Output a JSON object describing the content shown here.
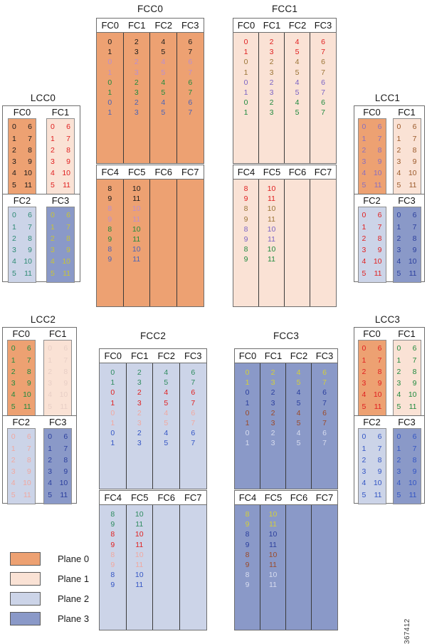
{
  "figure": {
    "id": "367412"
  },
  "palette": {
    "plane0_bg": "#eda172",
    "plane1_bg": "#fae2d5",
    "plane2_bg": "#ccd4e8",
    "plane3_bg": "#8a99c8",
    "panel_border": "#6e6e6e",
    "cell_border": "#8d8d8d",
    "text_black": "#1a1a1a",
    "text_red": "#e02020",
    "text_green": "#1f8a3d",
    "text_blue": "#3355c4",
    "text_purple": "#8a6fbe",
    "text_olive": "#c9c436",
    "text_brown": "#9b5a2a",
    "text_pink": "#f0a8a0",
    "text_pale": "#e8cfc6",
    "text_ltblue": "#d7dcef",
    "text_teal": "#2e8b74",
    "text_darkblue": "#2b3f9e"
  },
  "legend": {
    "items": [
      {
        "label": "Plane 0",
        "color": "#eda172"
      },
      {
        "label": "Plane 1",
        "color": "#fae2d5"
      },
      {
        "label": "Plane 2",
        "color": "#ccd4e8"
      },
      {
        "label": "Plane 3",
        "color": "#8a99c8"
      }
    ]
  },
  "lcc_blocks": [
    {
      "title": "LCC0",
      "quadrants": [
        {
          "header": "FC0",
          "bg": "#eda172",
          "text": "#1a1a1a",
          "rows": [
            [
              "0",
              "6"
            ],
            [
              "1",
              "7"
            ],
            [
              "2",
              "8"
            ],
            [
              "3",
              "9"
            ],
            [
              "4",
              "10"
            ],
            [
              "5",
              "11"
            ]
          ]
        },
        {
          "header": "FC1",
          "bg": "#fae2d5",
          "text": "#e02020",
          "rows": [
            [
              "0",
              "6"
            ],
            [
              "1",
              "7"
            ],
            [
              "2",
              "8"
            ],
            [
              "3",
              "9"
            ],
            [
              "4",
              "10"
            ],
            [
              "5",
              "11"
            ]
          ]
        },
        {
          "header": "FC2",
          "bg": "#ccd4e8",
          "text": "#2e8b74",
          "rows": [
            [
              "0",
              "6"
            ],
            [
              "1",
              "7"
            ],
            [
              "2",
              "8"
            ],
            [
              "3",
              "9"
            ],
            [
              "4",
              "10"
            ],
            [
              "5",
              "11"
            ]
          ]
        },
        {
          "header": "FC3",
          "bg": "#8a99c8",
          "text": "#c9c436",
          "rows": [
            [
              "0",
              "6"
            ],
            [
              "1",
              "7"
            ],
            [
              "2",
              "8"
            ],
            [
              "3",
              "9"
            ],
            [
              "4",
              "10"
            ],
            [
              "5",
              "11"
            ]
          ]
        }
      ]
    },
    {
      "title": "LCC1",
      "quadrants": [
        {
          "header": "FC0",
          "bg": "#eda172",
          "text": "#8a6fbe",
          "rows": [
            [
              "0",
              "6"
            ],
            [
              "1",
              "7"
            ],
            [
              "2",
              "8"
            ],
            [
              "3",
              "9"
            ],
            [
              "4",
              "10"
            ],
            [
              "5",
              "11"
            ]
          ]
        },
        {
          "header": "FC1",
          "bg": "#fae2d5",
          "text": "#9b5a2a",
          "rows": [
            [
              "0",
              "6"
            ],
            [
              "1",
              "7"
            ],
            [
              "2",
              "8"
            ],
            [
              "3",
              "9"
            ],
            [
              "4",
              "10"
            ],
            [
              "5",
              "11"
            ]
          ]
        },
        {
          "header": "FC2",
          "bg": "#ccd4e8",
          "text": "#e02020",
          "rows": [
            [
              "0",
              "6"
            ],
            [
              "1",
              "7"
            ],
            [
              "2",
              "8"
            ],
            [
              "3",
              "9"
            ],
            [
              "4",
              "10"
            ],
            [
              "5",
              "11"
            ]
          ]
        },
        {
          "header": "FC3",
          "bg": "#8a99c8",
          "text": "#2b3f9e",
          "rows": [
            [
              "0",
              "6"
            ],
            [
              "1",
              "7"
            ],
            [
              "2",
              "8"
            ],
            [
              "3",
              "9"
            ],
            [
              "4",
              "10"
            ],
            [
              "5",
              "11"
            ]
          ]
        }
      ]
    },
    {
      "title": "LCC2",
      "quadrants": [
        {
          "header": "FC0",
          "bg": "#eda172",
          "text": "#1f8a3d",
          "rows": [
            [
              "0",
              "6"
            ],
            [
              "1",
              "7"
            ],
            [
              "2",
              "8"
            ],
            [
              "3",
              "9"
            ],
            [
              "4",
              "10"
            ],
            [
              "5",
              "11"
            ]
          ]
        },
        {
          "header": "FC1",
          "bg": "#fae2d5",
          "text": "#e8cfc6",
          "rows": [
            [
              "0",
              "6"
            ],
            [
              "1",
              "7"
            ],
            [
              "2",
              "8"
            ],
            [
              "3",
              "9"
            ],
            [
              "4",
              "10"
            ],
            [
              "5",
              "11"
            ]
          ]
        },
        {
          "header": "FC2",
          "bg": "#ccd4e8",
          "text": "#f0a8a0",
          "rows": [
            [
              "0",
              "6"
            ],
            [
              "1",
              "7"
            ],
            [
              "2",
              "8"
            ],
            [
              "3",
              "9"
            ],
            [
              "4",
              "10"
            ],
            [
              "5",
              "11"
            ]
          ]
        },
        {
          "header": "FC3",
          "bg": "#8a99c8",
          "text": "#2b3f9e",
          "rows": [
            [
              "0",
              "6"
            ],
            [
              "1",
              "7"
            ],
            [
              "2",
              "8"
            ],
            [
              "3",
              "9"
            ],
            [
              "4",
              "10"
            ],
            [
              "5",
              "11"
            ]
          ]
        }
      ]
    },
    {
      "title": "LCC3",
      "quadrants": [
        {
          "header": "FC0",
          "bg": "#eda172",
          "text": "#e02020",
          "rows": [
            [
              "0",
              "6"
            ],
            [
              "1",
              "7"
            ],
            [
              "2",
              "8"
            ],
            [
              "3",
              "9"
            ],
            [
              "4",
              "10"
            ],
            [
              "5",
              "11"
            ]
          ]
        },
        {
          "header": "FC1",
          "bg": "#fae2d5",
          "text": "#1f8a3d",
          "rows": [
            [
              "0",
              "6"
            ],
            [
              "1",
              "7"
            ],
            [
              "2",
              "8"
            ],
            [
              "3",
              "9"
            ],
            [
              "4",
              "10"
            ],
            [
              "5",
              "11"
            ]
          ]
        },
        {
          "header": "FC2",
          "bg": "#ccd4e8",
          "text": "#3355c4",
          "rows": [
            [
              "0",
              "6"
            ],
            [
              "1",
              "7"
            ],
            [
              "2",
              "8"
            ],
            [
              "3",
              "9"
            ],
            [
              "4",
              "10"
            ],
            [
              "5",
              "11"
            ]
          ]
        },
        {
          "header": "FC3",
          "bg": "#8a99c8",
          "text": "#3355c4",
          "rows": [
            [
              "0",
              "6"
            ],
            [
              "1",
              "7"
            ],
            [
              "2",
              "8"
            ],
            [
              "3",
              "9"
            ],
            [
              "4",
              "10"
            ],
            [
              "5",
              "11"
            ]
          ]
        }
      ]
    }
  ],
  "fcc_blocks": [
    {
      "title": "FCC0",
      "bg": "#eda172",
      "upper": {
        "headers": [
          "FC0",
          "FC1",
          "FC2",
          "FC3"
        ],
        "row_colors": [
          "#1a1a1a",
          "#1a1a1a",
          "#b98fd0",
          "#b98fd0",
          "#1f8a3d",
          "#1f8a3d",
          "#4a63b8",
          "#4a63b8"
        ],
        "rows": [
          [
            "0",
            "2",
            "4",
            "6"
          ],
          [
            "1",
            "3",
            "5",
            "7"
          ],
          [
            "0",
            "2",
            "4",
            "6"
          ],
          [
            "1",
            "3",
            "5",
            "7"
          ],
          [
            "0",
            "2",
            "4",
            "6"
          ],
          [
            "1",
            "3",
            "5",
            "7"
          ],
          [
            "0",
            "2",
            "4",
            "6"
          ],
          [
            "1",
            "3",
            "5",
            "7"
          ]
        ]
      },
      "lower": {
        "headers": [
          "FC4",
          "FC5",
          "FC6",
          "FC7"
        ],
        "row_colors": [
          "#1a1a1a",
          "#1a1a1a",
          "#b98fd0",
          "#b98fd0",
          "#1f8a3d",
          "#1f8a3d",
          "#4a63b8",
          "#4a63b8"
        ],
        "rows": [
          [
            "8",
            "10",
            "",
            ""
          ],
          [
            "9",
            "11",
            "",
            ""
          ],
          [
            "8",
            "10",
            "",
            ""
          ],
          [
            "9",
            "11",
            "",
            ""
          ],
          [
            "8",
            "10",
            "",
            ""
          ],
          [
            "9",
            "11",
            "",
            ""
          ],
          [
            "8",
            "10",
            "",
            ""
          ],
          [
            "9",
            "11",
            "",
            ""
          ]
        ]
      }
    },
    {
      "title": "FCC1",
      "bg": "#fae2d5",
      "upper": {
        "headers": [
          "FC0",
          "FC1",
          "FC2",
          "FC3"
        ],
        "row_colors": [
          "#e02020",
          "#e02020",
          "#9b7436",
          "#9b7436",
          "#7a63c4",
          "#7a63c4",
          "#1f8a3d",
          "#1f8a3d"
        ],
        "rows": [
          [
            "0",
            "2",
            "4",
            "6"
          ],
          [
            "1",
            "3",
            "5",
            "7"
          ],
          [
            "0",
            "2",
            "4",
            "6"
          ],
          [
            "1",
            "3",
            "5",
            "7"
          ],
          [
            "0",
            "2",
            "4",
            "6"
          ],
          [
            "1",
            "3",
            "5",
            "7"
          ],
          [
            "0",
            "2",
            "4",
            "6"
          ],
          [
            "1",
            "3",
            "5",
            "7"
          ]
        ]
      },
      "lower": {
        "headers": [
          "FC4",
          "FC5",
          "FC6",
          "FC7"
        ],
        "row_colors": [
          "#e02020",
          "#e02020",
          "#9b7436",
          "#9b7436",
          "#7a63c4",
          "#7a63c4",
          "#1f8a3d",
          "#1f8a3d"
        ],
        "rows": [
          [
            "8",
            "10",
            "",
            ""
          ],
          [
            "9",
            "11",
            "",
            ""
          ],
          [
            "8",
            "10",
            "",
            ""
          ],
          [
            "9",
            "11",
            "",
            ""
          ],
          [
            "8",
            "10",
            "",
            ""
          ],
          [
            "9",
            "11",
            "",
            ""
          ],
          [
            "8",
            "10",
            "",
            ""
          ],
          [
            "9",
            "11",
            "",
            ""
          ]
        ]
      }
    },
    {
      "title": "FCC2",
      "bg": "#ccd4e8",
      "upper": {
        "headers": [
          "FC0",
          "FC1",
          "FC2",
          "FC3"
        ],
        "row_colors": [
          "#2e8b5f",
          "#2e8b5f",
          "#e02020",
          "#e02020",
          "#f0a8a0",
          "#f0a8a0",
          "#3355c4",
          "#3355c4"
        ],
        "rows": [
          [
            "0",
            "2",
            "4",
            "6"
          ],
          [
            "1",
            "3",
            "5",
            "7"
          ],
          [
            "0",
            "2",
            "4",
            "6"
          ],
          [
            "1",
            "3",
            "5",
            "7"
          ],
          [
            "0",
            "2",
            "4",
            "6"
          ],
          [
            "1",
            "3",
            "5",
            "7"
          ],
          [
            "0",
            "2",
            "4",
            "6"
          ],
          [
            "1",
            "3",
            "5",
            "7"
          ]
        ]
      },
      "lower": {
        "headers": [
          "FC4",
          "FC5",
          "FC6",
          "FC7"
        ],
        "row_colors": [
          "#2e8b5f",
          "#2e8b5f",
          "#e02020",
          "#e02020",
          "#f0a8a0",
          "#f0a8a0",
          "#3355c4",
          "#3355c4"
        ],
        "rows": [
          [
            "8",
            "10",
            "",
            ""
          ],
          [
            "9",
            "11",
            "",
            ""
          ],
          [
            "8",
            "10",
            "",
            ""
          ],
          [
            "9",
            "11",
            "",
            ""
          ],
          [
            "8",
            "10",
            "",
            ""
          ],
          [
            "9",
            "11",
            "",
            ""
          ],
          [
            "8",
            "10",
            "",
            ""
          ],
          [
            "9",
            "11",
            "",
            ""
          ]
        ]
      }
    },
    {
      "title": "FCC3",
      "bg": "#8a99c8",
      "upper": {
        "headers": [
          "FC0",
          "FC1",
          "FC2",
          "FC3"
        ],
        "row_colors": [
          "#d4cf3a",
          "#d4cf3a",
          "#2b3f9e",
          "#2b3f9e",
          "#9b4a2a",
          "#9b4a2a",
          "#d7dcef",
          "#d7dcef"
        ],
        "rows": [
          [
            "0",
            "2",
            "4",
            "6"
          ],
          [
            "1",
            "3",
            "5",
            "7"
          ],
          [
            "0",
            "2",
            "4",
            "6"
          ],
          [
            "1",
            "3",
            "5",
            "7"
          ],
          [
            "0",
            "2",
            "4",
            "6"
          ],
          [
            "1",
            "3",
            "5",
            "7"
          ],
          [
            "0",
            "2",
            "4",
            "6"
          ],
          [
            "1",
            "3",
            "5",
            "7"
          ]
        ]
      },
      "lower": {
        "headers": [
          "FC4",
          "FC5",
          "FC6",
          "FC7"
        ],
        "row_colors": [
          "#d4cf3a",
          "#d4cf3a",
          "#2b3f9e",
          "#2b3f9e",
          "#9b4a2a",
          "#9b4a2a",
          "#d7dcef",
          "#d7dcef"
        ],
        "rows": [
          [
            "8",
            "10",
            "",
            ""
          ],
          [
            "9",
            "11",
            "",
            ""
          ],
          [
            "8",
            "10",
            "",
            ""
          ],
          [
            "9",
            "11",
            "",
            ""
          ],
          [
            "8",
            "10",
            "",
            ""
          ],
          [
            "9",
            "11",
            "",
            ""
          ],
          [
            "8",
            "10",
            "",
            ""
          ],
          [
            "9",
            "11",
            "",
            ""
          ]
        ]
      }
    }
  ]
}
